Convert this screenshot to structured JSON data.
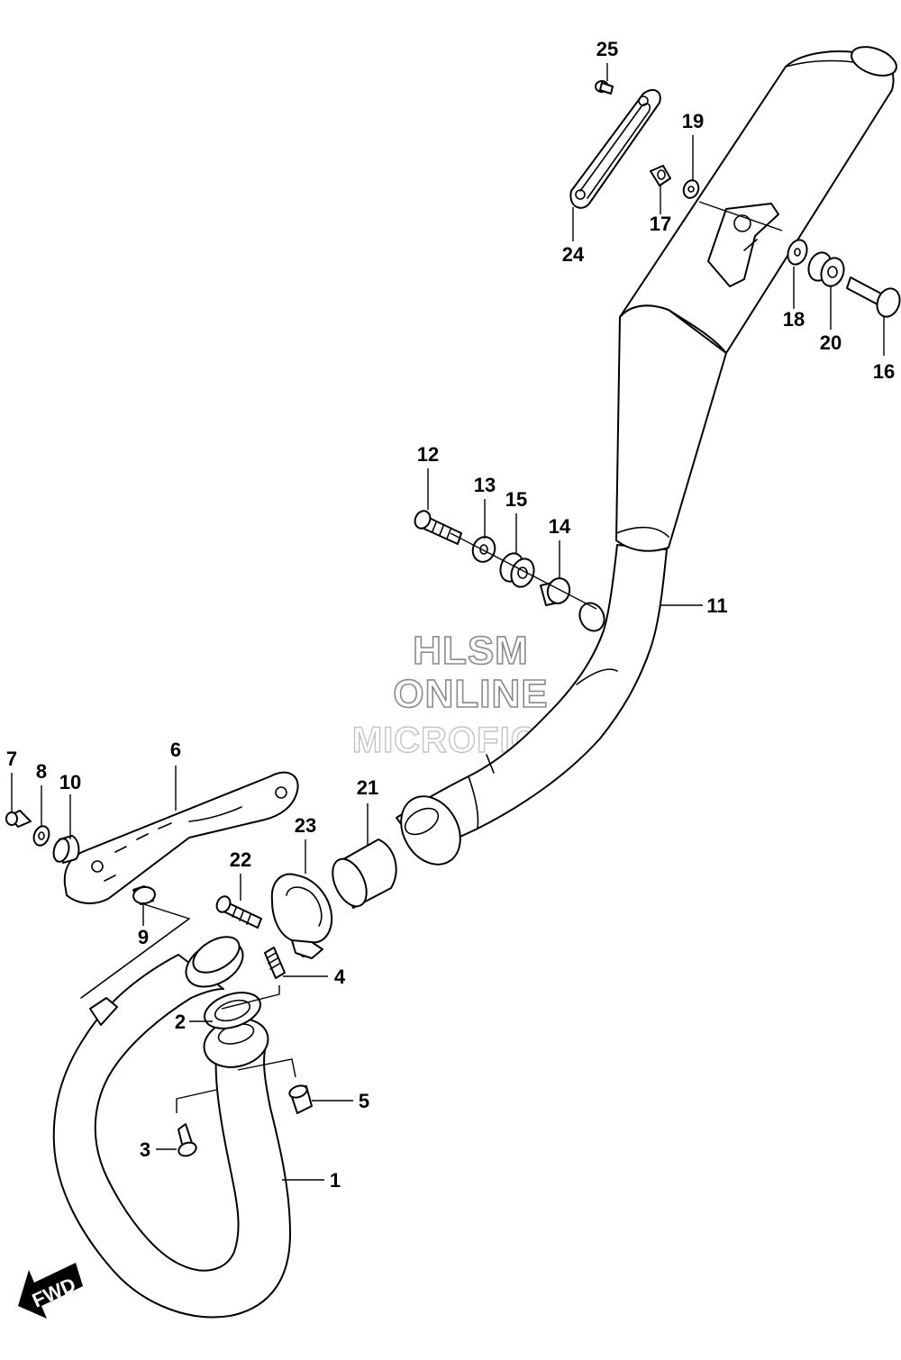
{
  "watermark": {
    "line1": "HLSM",
    "line2": "ONLINE",
    "line3": "MICROFICHE",
    "color": "#8a8a8a"
  },
  "direction_arrow": {
    "label": "FWD",
    "icon": "fwd-arrow-icon"
  },
  "callouts": [
    "1",
    "2",
    "3",
    "4",
    "5",
    "6",
    "7",
    "8",
    "9",
    "10",
    "11",
    "12",
    "13",
    "14",
    "15",
    "16",
    "17",
    "18",
    "19",
    "20",
    "21",
    "22",
    "23",
    "24",
    "25"
  ]
}
